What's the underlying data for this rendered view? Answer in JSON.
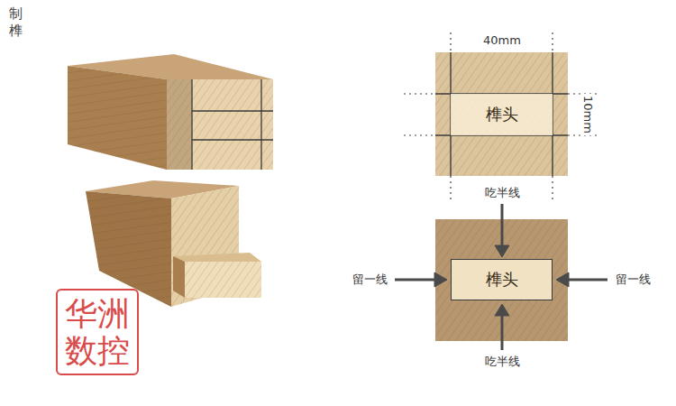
{
  "diagram": {
    "title": "制榫",
    "nodes": [
      {
        "text": [
          "榫头"
        ]
      },
      {
        "text": [
          "榫头"
        ]
      },
      {
        "text": [
          "华洲数控"
        ]
      }
    ],
    "labels": [
      "40mm",
      "10mm",
      "吃半线",
      "留一线",
      "留一线",
      "吃半线"
    ]
  }
}
